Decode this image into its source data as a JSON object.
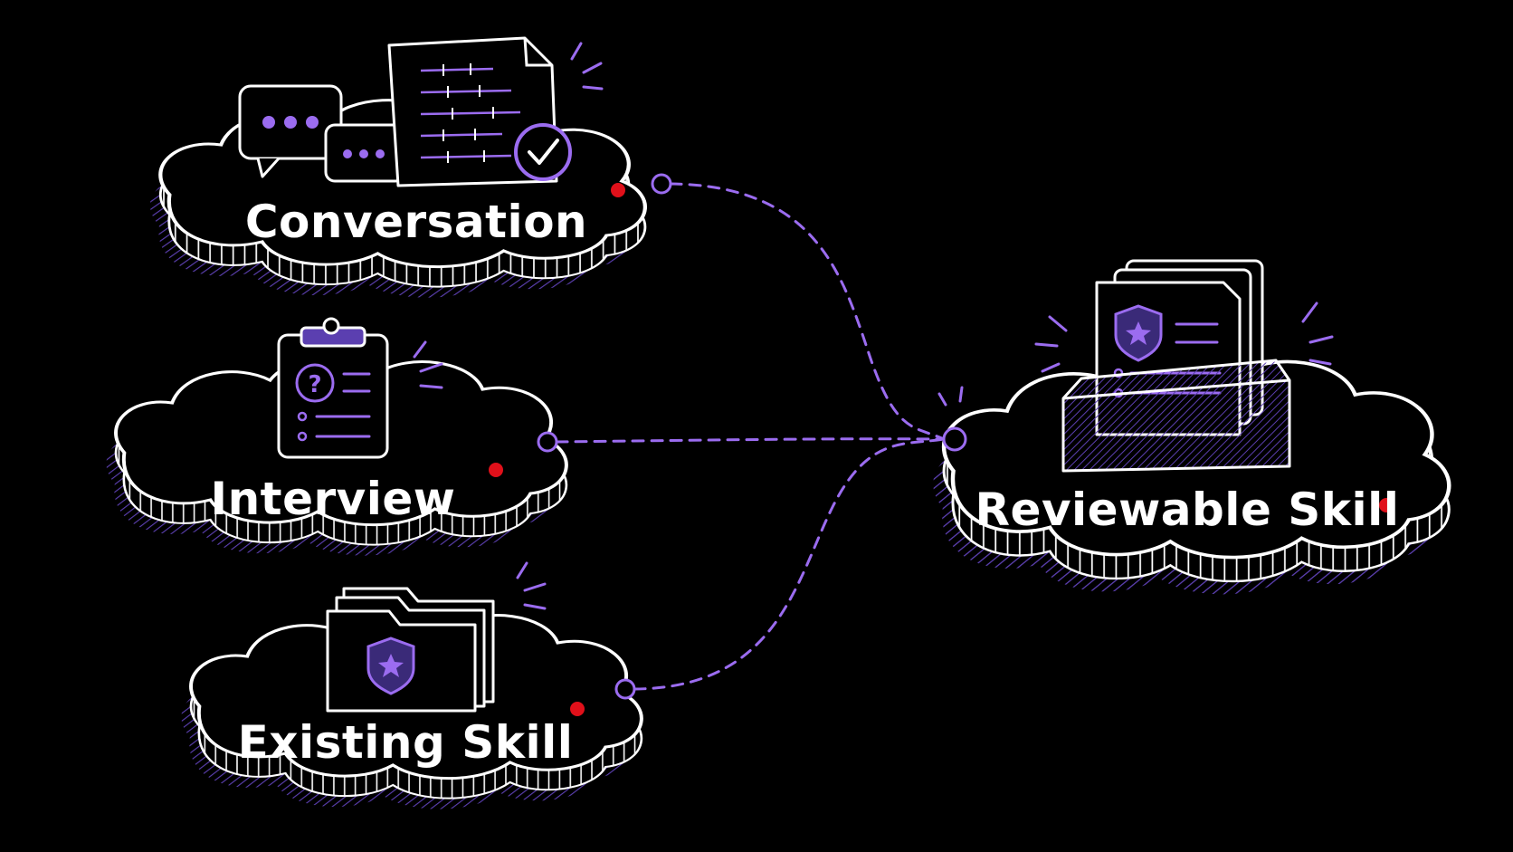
{
  "diagram": {
    "background": "#000000",
    "accent": "#9b6cf0",
    "accent_dark": "#3a2a78",
    "stroke": "#ffffff",
    "dot_color": "#e0101a",
    "sources": [
      {
        "id": "conversation",
        "label": "Conversation",
        "icon": "chat-and-document-icon"
      },
      {
        "id": "interview",
        "label": "Interview",
        "icon": "clipboard-question-icon"
      },
      {
        "id": "existing-skill",
        "label": "Existing Skill",
        "icon": "shield-folder-icon"
      }
    ],
    "target": {
      "id": "reviewable-skill",
      "label": "Reviewable Skill",
      "icon": "skill-document-tray-icon"
    },
    "connections": [
      {
        "from": "conversation",
        "to": "reviewable-skill",
        "style": "dashed"
      },
      {
        "from": "interview",
        "to": "reviewable-skill",
        "style": "dashed"
      },
      {
        "from": "existing-skill",
        "to": "reviewable-skill",
        "style": "dashed"
      }
    ]
  }
}
